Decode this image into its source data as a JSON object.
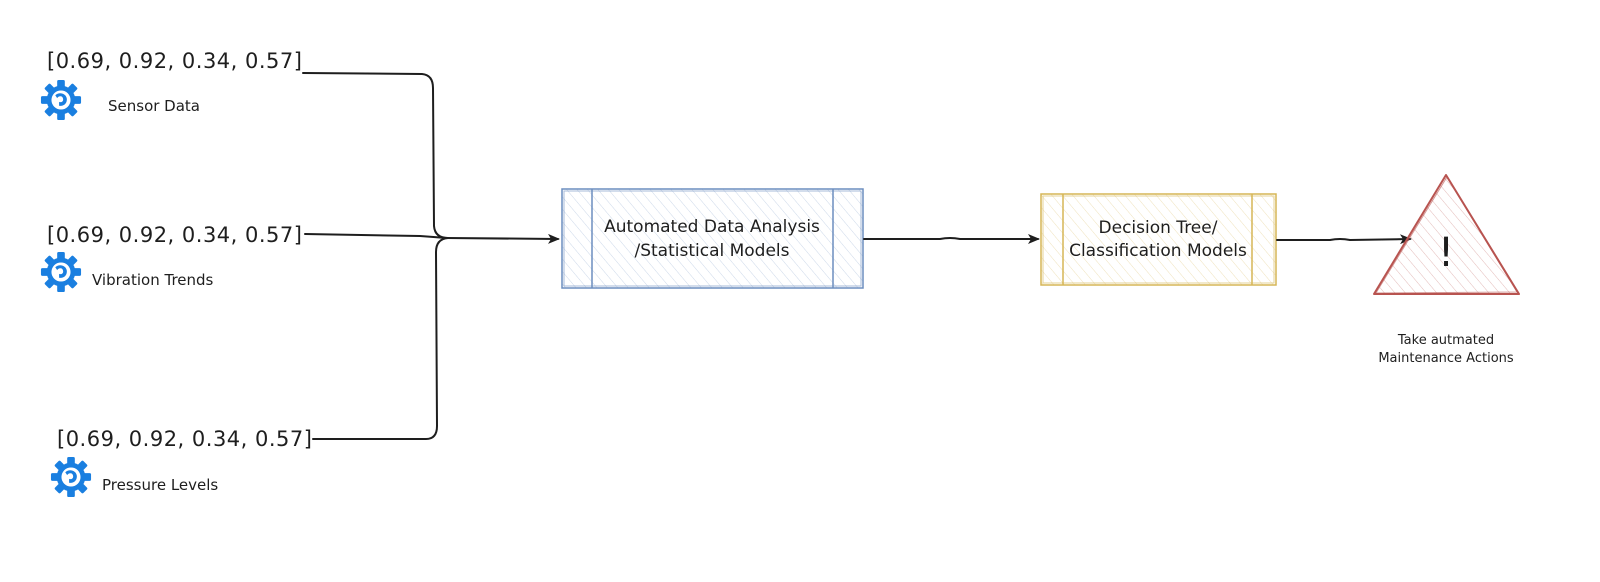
{
  "inputs": [
    {
      "vector": "[0.69, 0.92, 0.34, 0.57]",
      "label": "Sensor Data",
      "icon": "gear-icon"
    },
    {
      "vector": "[0.69, 0.92, 0.34, 0.57]",
      "label": "Vibration Trends",
      "icon": "gear-icon"
    },
    {
      "vector": "[0.69, 0.92, 0.34, 0.57]",
      "label": "Pressure Levels",
      "icon": "gear-icon"
    }
  ],
  "analysis_box": {
    "line1": "Automated Data Analysis",
    "line2": "/Statistical Models",
    "color": "#6c8ebf",
    "fill": "#dae8fc"
  },
  "decision_box": {
    "line1": "Decision Tree/",
    "line2": "Classification Models",
    "color": "#d6b656",
    "fill": "#fff2cc"
  },
  "action": {
    "symbol": "!",
    "line1": "Take autmated",
    "line2": "Maintenance Actions",
    "color": "#b85450",
    "fill": "#f8cecc",
    "icon": "warning-triangle-icon"
  },
  "colors": {
    "gear": "#1a7fe0",
    "ink": "#1e1e1e"
  }
}
